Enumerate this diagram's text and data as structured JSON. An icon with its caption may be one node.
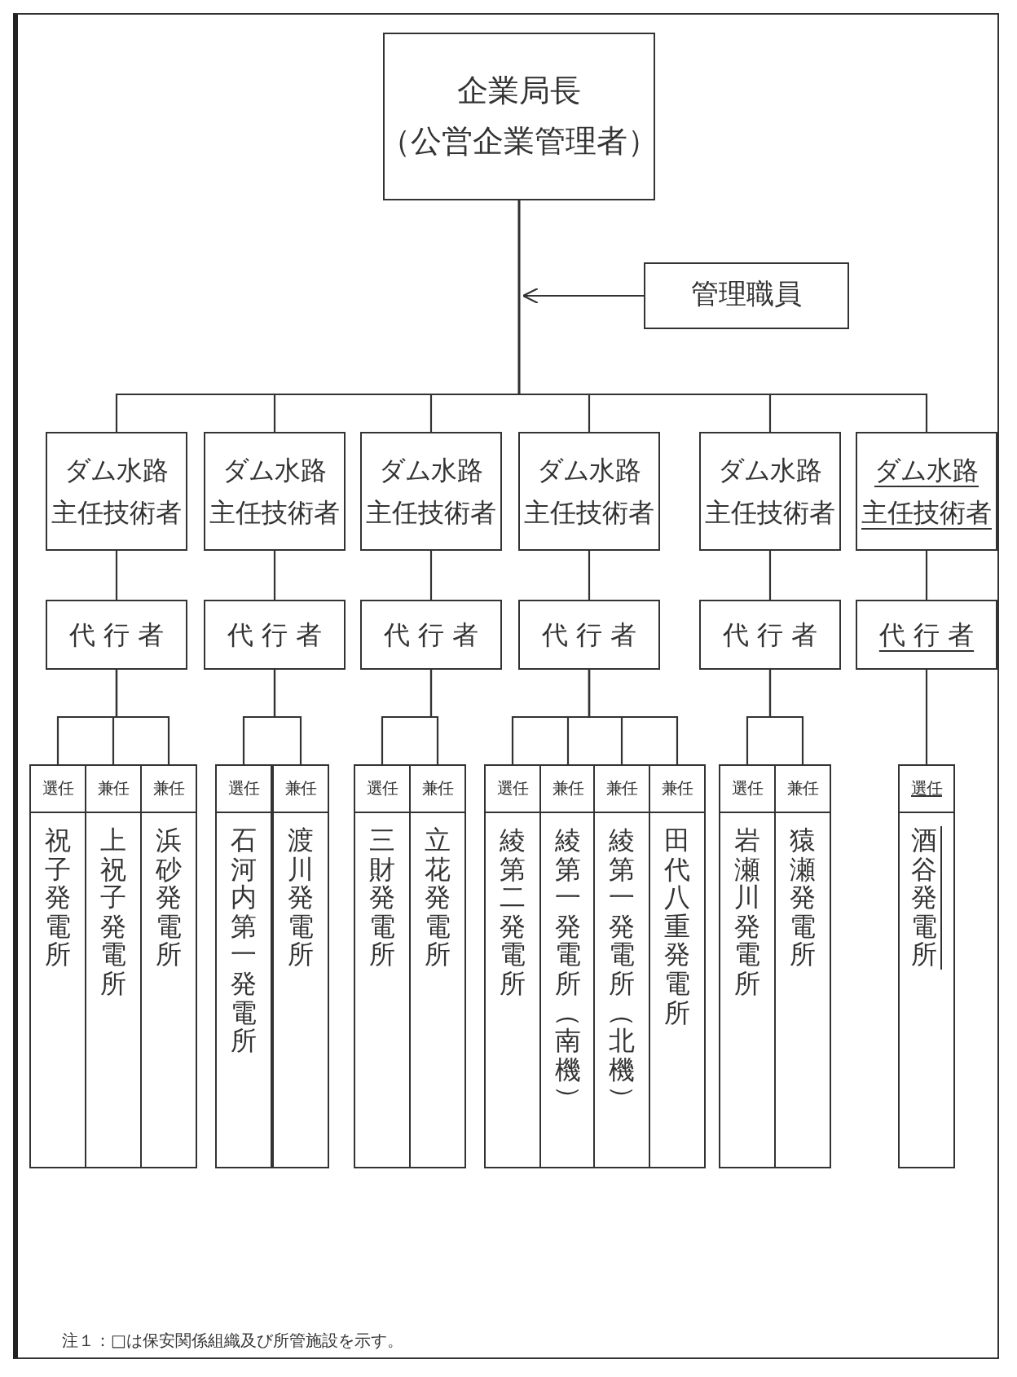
{
  "diagram": {
    "nodes": [
      {
        "text": [
          "企業局長",
          "（公営企業管理者）"
        ]
      },
      {
        "text": [
          "管理職員"
        ]
      },
      {
        "text": [
          "ダム水路",
          "主任技術者"
        ]
      },
      {
        "text": [
          "ダム水路",
          "主任技術者"
        ]
      },
      {
        "text": [
          "ダム水路",
          "主任技術者"
        ]
      },
      {
        "text": [
          "ダム水路",
          "主任技術者"
        ]
      },
      {
        "text": [
          "ダム水路",
          "主任技術者"
        ]
      },
      {
        "text": [
          "ダム水路",
          "主任技術者"
        ]
      },
      {
        "text": [
          "代 行 者"
        ]
      },
      {
        "text": [
          "代 行 者"
        ]
      },
      {
        "text": [
          "代 行 者"
        ]
      },
      {
        "text": [
          "代 行 者"
        ]
      },
      {
        "text": [
          "代 行 者"
        ]
      },
      {
        "text": [
          "代 行 者"
        ]
      },
      {
        "text": [
          "選任",
          "祝子発電所"
        ]
      },
      {
        "text": [
          "兼任",
          "上祝子発電所"
        ]
      },
      {
        "text": [
          "兼任",
          "浜砂発電所"
        ]
      },
      {
        "text": [
          "選任",
          "石河内第一発電所"
        ]
      },
      {
        "text": [
          "兼任",
          "渡川発電所"
        ]
      },
      {
        "text": [
          "選任",
          "三財発電所"
        ]
      },
      {
        "text": [
          "兼任",
          "立花発電所"
        ]
      },
      {
        "text": [
          "選任",
          "綾第二発電所"
        ]
      },
      {
        "text": [
          "兼任",
          "綾第一発電所（南機）"
        ]
      },
      {
        "text": [
          "兼任",
          "綾第一発電所（北機）"
        ]
      },
      {
        "text": [
          "兼任",
          "田代八重発電所"
        ]
      },
      {
        "text": [
          "選任",
          "岩瀬川発電所"
        ]
      },
      {
        "text": [
          "兼任",
          "猿瀬発電所"
        ]
      },
      {
        "text": [
          "選任",
          "酒谷発電所"
        ]
      }
    ],
    "edges": [
      {
        "from": 1,
        "to": null,
        "arrow": "to"
      },
      {
        "from": 0,
        "to": 2,
        "arrow": "none"
      },
      {
        "from": 0,
        "to": 3,
        "arrow": "none"
      },
      {
        "from": 0,
        "to": 4,
        "arrow": "none"
      },
      {
        "from": 0,
        "to": 5,
        "arrow": "none"
      },
      {
        "from": 0,
        "to": 6,
        "arrow": "none"
      },
      {
        "from": 0,
        "to": 7,
        "arrow": "none"
      },
      {
        "from": 2,
        "to": 8,
        "arrow": "none"
      },
      {
        "from": 3,
        "to": 9,
        "arrow": "none"
      },
      {
        "from": 4,
        "to": 10,
        "arrow": "none"
      },
      {
        "from": 5,
        "to": 11,
        "arrow": "none"
      },
      {
        "from": 6,
        "to": 12,
        "arrow": "none"
      },
      {
        "from": 7,
        "to": 13,
        "arrow": "none"
      },
      {
        "from": 8,
        "to": 14,
        "arrow": "none"
      },
      {
        "from": 8,
        "to": 15,
        "arrow": "none"
      },
      {
        "from": 8,
        "to": 16,
        "arrow": "none"
      },
      {
        "from": 9,
        "to": 17,
        "arrow": "none"
      },
      {
        "from": 9,
        "to": 18,
        "arrow": "none"
      },
      {
        "from": 10,
        "to": 19,
        "arrow": "none"
      },
      {
        "from": 10,
        "to": 20,
        "arrow": "none"
      },
      {
        "from": 11,
        "to": 21,
        "arrow": "none"
      },
      {
        "from": 11,
        "to": 22,
        "arrow": "none"
      },
      {
        "from": 11,
        "to": 23,
        "arrow": "none"
      },
      {
        "from": 11,
        "to": 24,
        "arrow": "none"
      },
      {
        "from": 12,
        "to": 25,
        "arrow": "none"
      },
      {
        "from": 12,
        "to": 26,
        "arrow": "none"
      },
      {
        "from": 13,
        "to": 27,
        "arrow": "none"
      }
    ],
    "labels": [
      "注１：□は保安関係組織及び所管施設を示す。"
    ]
  }
}
